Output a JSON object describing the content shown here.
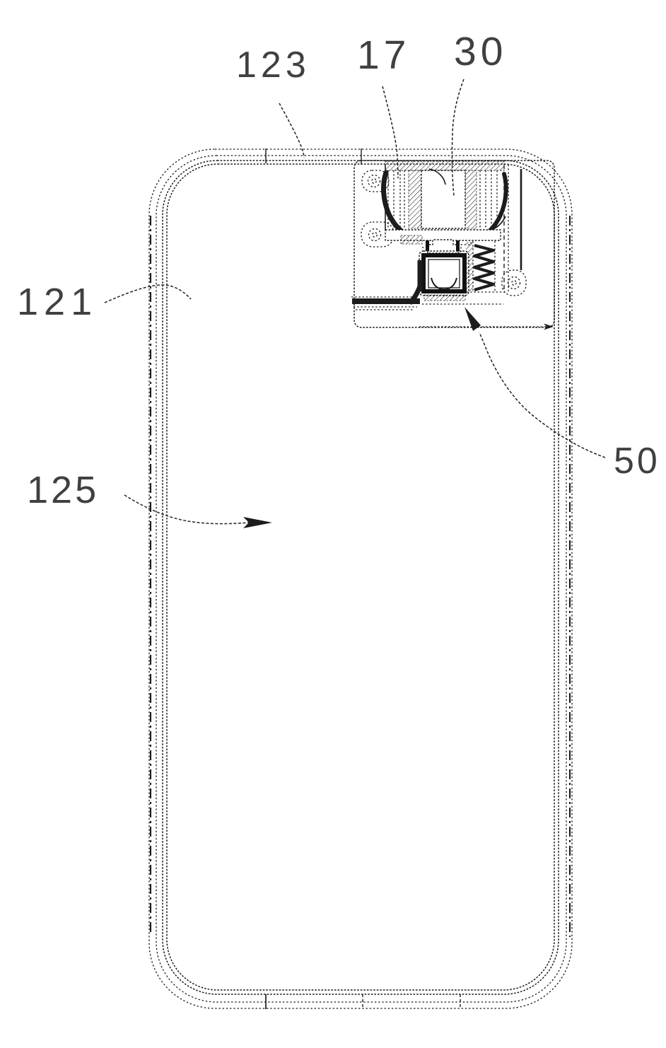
{
  "figure": {
    "kind": "patent-line-drawing",
    "background_color": "#ffffff",
    "line_color": "#1c1c1c",
    "labels": [
      {
        "ref": "123"
      },
      {
        "ref": "17"
      },
      {
        "ref": "30"
      },
      {
        "ref": "121"
      },
      {
        "ref": "125"
      },
      {
        "ref": "50"
      }
    ]
  }
}
